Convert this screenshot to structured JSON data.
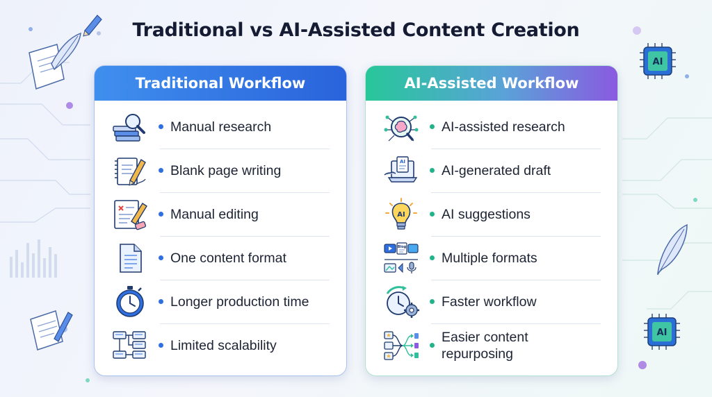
{
  "title": "Traditional vs AI-Assisted Content Creation",
  "colors": {
    "traditional_accent": "#2a63db",
    "ai_accent_start": "#27c79a",
    "ai_accent_end": "#8a5ae0"
  },
  "traditional": {
    "header": "Traditional Workflow",
    "items": [
      {
        "icon": "books-magnifier-icon",
        "label": "Manual research"
      },
      {
        "icon": "notepad-pencil-icon",
        "label": "Blank page writing"
      },
      {
        "icon": "document-edit-icon",
        "label": "Manual editing"
      },
      {
        "icon": "single-document-icon",
        "label": "One content format"
      },
      {
        "icon": "stopwatch-icon",
        "label": "Longer production time"
      },
      {
        "icon": "flowchart-icon",
        "label": "Limited scalability"
      }
    ]
  },
  "ai": {
    "header": "AI-Assisted Workflow",
    "items": [
      {
        "icon": "ai-brain-magnifier-icon",
        "label": "AI-assisted research"
      },
      {
        "icon": "ai-laptop-draft-icon",
        "label": "AI-generated draft"
      },
      {
        "icon": "ai-lightbulb-icon",
        "label": "AI suggestions"
      },
      {
        "icon": "multi-format-icon",
        "label": "Multiple formats"
      },
      {
        "icon": "fast-clock-gear-icon",
        "label": "Faster workflow"
      },
      {
        "icon": "repurpose-flow-icon",
        "label": "Easier content repurposing"
      }
    ]
  },
  "decor": {
    "chip_label": "AI"
  }
}
